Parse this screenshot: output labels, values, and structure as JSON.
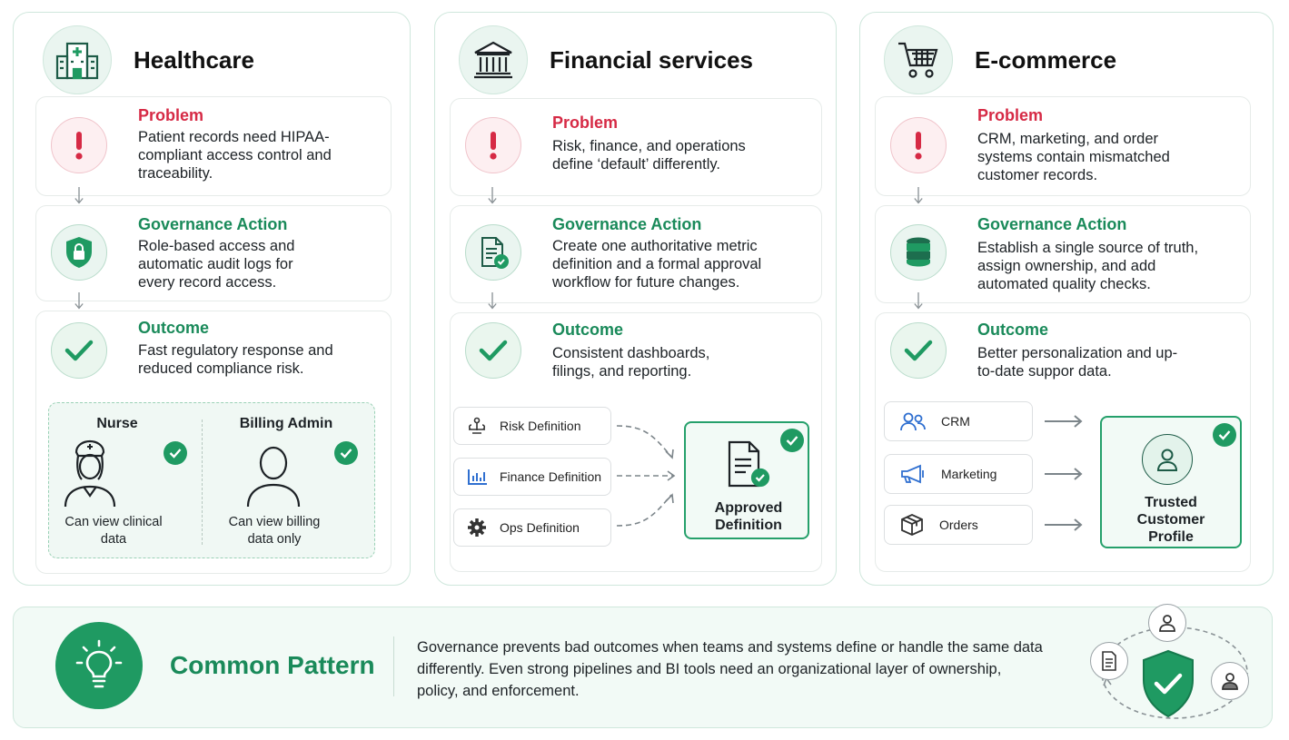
{
  "columns": [
    {
      "title": "Healthcare",
      "head_icon": "hospital-icon",
      "problem": {
        "label": "Problem",
        "text": "Patient records need HIPAA-compliant access control and traceability."
      },
      "action": {
        "label": "Governance Action",
        "text": "Role-based access and automatic audit logs for every record access.",
        "icon": "lock-shield-icon"
      },
      "outcome": {
        "label": "Outcome",
        "text": "Fast regulatory response and reduced compliance risk."
      },
      "roles": [
        {
          "name": "Nurse",
          "desc": "Can view clinical data"
        },
        {
          "name": "Billing Admin",
          "desc": "Can view billing data only"
        }
      ]
    },
    {
      "title": "Financial services",
      "head_icon": "bank-icon",
      "problem": {
        "label": "Problem",
        "text": "Risk, finance, and operations define ‘default’ differently."
      },
      "action": {
        "label": "Governance Action",
        "text": "Create one authoritative metric definition and a formal approval workflow for future changes.",
        "icon": "document-check-icon"
      },
      "outcome": {
        "label": "Outcome",
        "text": "Consistent dashboards, filings, and reporting."
      },
      "sources": [
        "Risk Definition",
        "Finance Definition",
        "Ops Definition"
      ],
      "target": "Approved Definition"
    },
    {
      "title": "E-commerce",
      "head_icon": "cart-icon",
      "problem": {
        "label": "Problem",
        "text": "CRM, marketing, and order systems contain mismatched customer records."
      },
      "action": {
        "label": "Governance Action",
        "text": "Establish a single source of truth, assign ownership, and add automated quality checks.",
        "icon": "database-icon"
      },
      "outcome": {
        "label": "Outcome",
        "text": "Better personalization and up-to-date suppor data."
      },
      "sources": [
        "CRM",
        "Marketing",
        "Orders"
      ],
      "target": "Trusted Customer Profile"
    }
  ],
  "common": {
    "title": "Common Pattern",
    "text": "Governance prevents bad outcomes when teams and systems define or handle the same data differently. Even strong pipelines and BI tools need an organizational layer of ownership, policy, and enforcement."
  },
  "colors": {
    "accent": "#1a8a5a",
    "problem": "#d62a45",
    "panel_border": "#cfe7dc"
  }
}
